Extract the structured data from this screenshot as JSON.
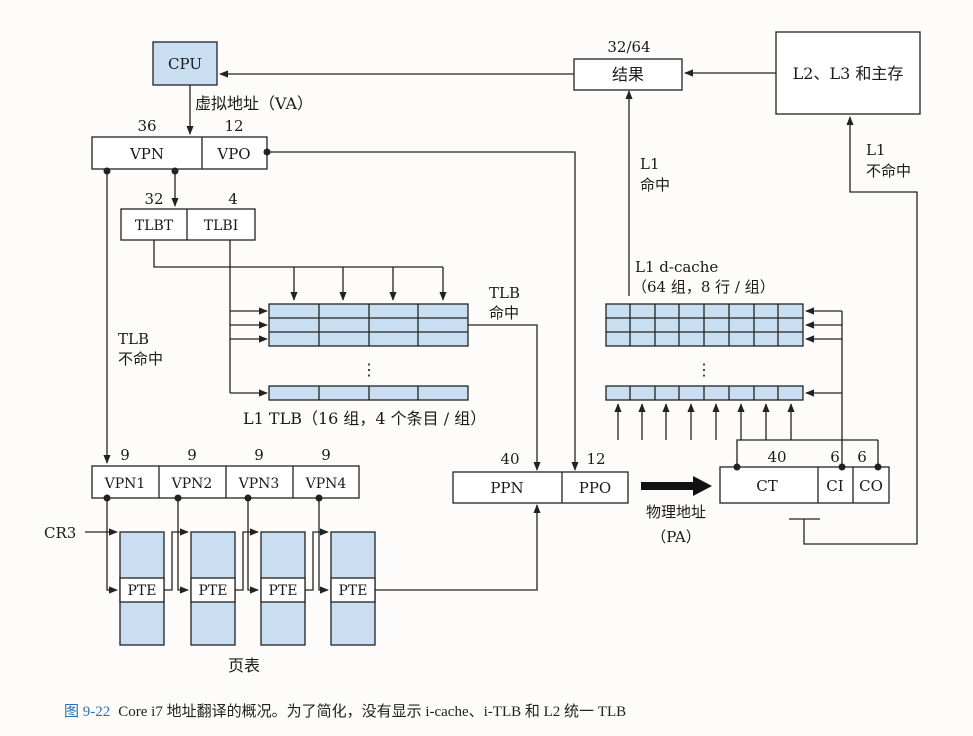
{
  "colors": {
    "fill": "#c9dff1",
    "line": "#222222",
    "caption_number": "#2a6fb5"
  },
  "cpu": "CPU",
  "va_label": "虚拟地址（VA）",
  "va": {
    "vpn": "VPN",
    "vpo": "VPO",
    "vpn_bits": "36",
    "vpo_bits": "12"
  },
  "tlb_index": {
    "tlbt": "TLBT",
    "tlbi": "TLBI",
    "tlbt_bits": "32",
    "tlbi_bits": "4"
  },
  "tlb_hit": [
    "TLB",
    "命中"
  ],
  "tlb_miss": [
    "TLB",
    "不命中"
  ],
  "l1_tlb_label": "L1 TLB（16 组，4 个条目 / 组）",
  "vpn_parts": {
    "labels": [
      "VPN1",
      "VPN2",
      "VPN3",
      "VPN4"
    ],
    "bits": [
      "9",
      "9",
      "9",
      "9"
    ]
  },
  "cr3": "CR3",
  "pte": [
    "PTE",
    "PTE",
    "PTE",
    "PTE"
  ],
  "page_table_label": "页表",
  "pa_box": {
    "ppn": "PPN",
    "ppo": "PPO",
    "ppn_bits": "40",
    "ppo_bits": "12"
  },
  "pa_label": [
    "物理地址",
    "（PA）"
  ],
  "cache_addr": {
    "ct": "CT",
    "ci": "CI",
    "co": "CO",
    "ct_bits": "40",
    "ci_bits": "6",
    "co_bits": "6"
  },
  "dcache_label": [
    "L1 d-cache",
    "（64 组，8 行 / 组）"
  ],
  "l1_hit": [
    "L1",
    "命中"
  ],
  "l1_miss": [
    "L1",
    "不命中"
  ],
  "result": {
    "label": "结果",
    "bits": "32/64"
  },
  "memory": "L2、L3 和主存",
  "ellipsis": "⋮",
  "caption": {
    "number": "图 9-22",
    "text": "Core i7 地址翻译的概况。为了简化，没有显示 i-cache、i-TLB 和 L2 统一 TLB"
  }
}
